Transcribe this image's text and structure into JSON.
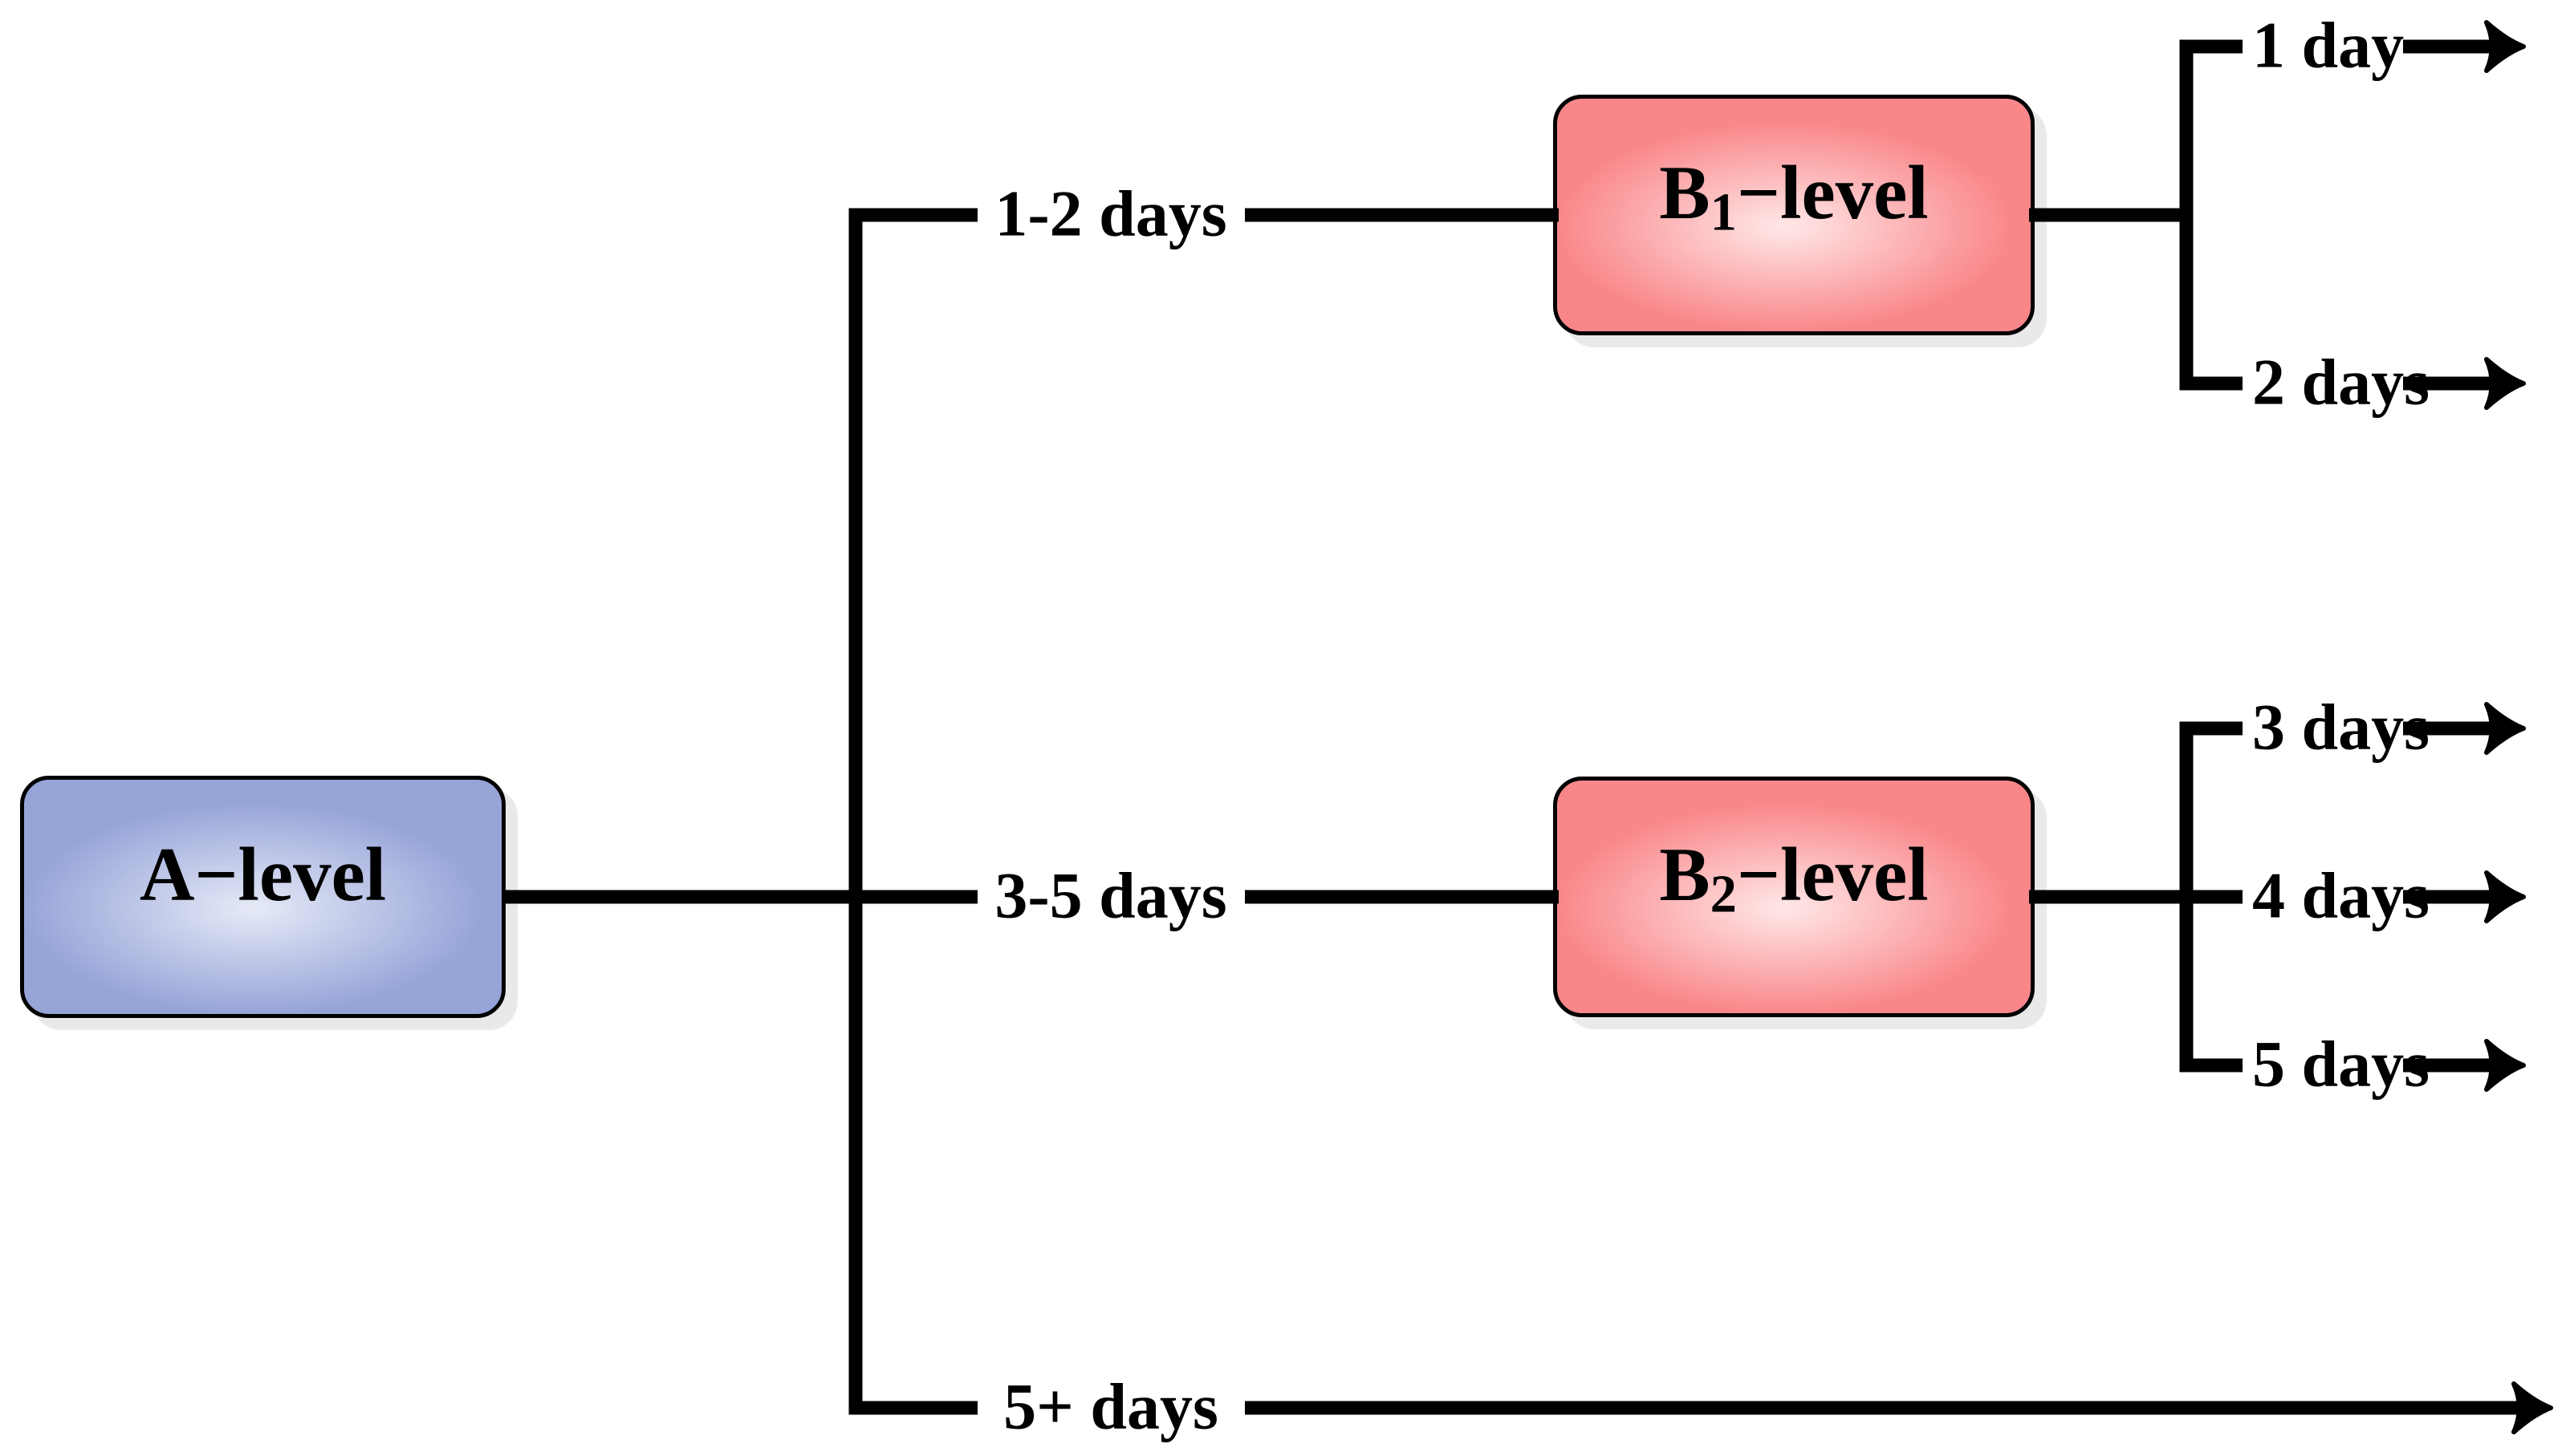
{
  "colors": {
    "line": "#000000",
    "shadow": "#e9e9e9",
    "background": "#ffffff",
    "node_border": "#000000"
  },
  "nodes": {
    "a": {
      "base": "A",
      "sub": "",
      "suffix": "−level",
      "gradient_center": "#e6eaf7",
      "gradient_edge": "#97a4d8"
    },
    "b1": {
      "base": "B",
      "sub": "1",
      "suffix": "−level",
      "gradient_center": "#ffe8e8",
      "gradient_edge": "#f9878a"
    },
    "b2": {
      "base": "B",
      "sub": "2",
      "suffix": "−level",
      "gradient_center": "#ffe8e8",
      "gradient_edge": "#f9878a"
    }
  },
  "branch_labels": {
    "a_to_b1": "1-2 days",
    "a_to_b2": "3-5 days",
    "a_exit": "5+ days",
    "b1_out_1": "1 day",
    "b1_out_2": "2 days",
    "b2_out_1": "3 days",
    "b2_out_2": "4 days",
    "b2_out_3": "5 days"
  }
}
